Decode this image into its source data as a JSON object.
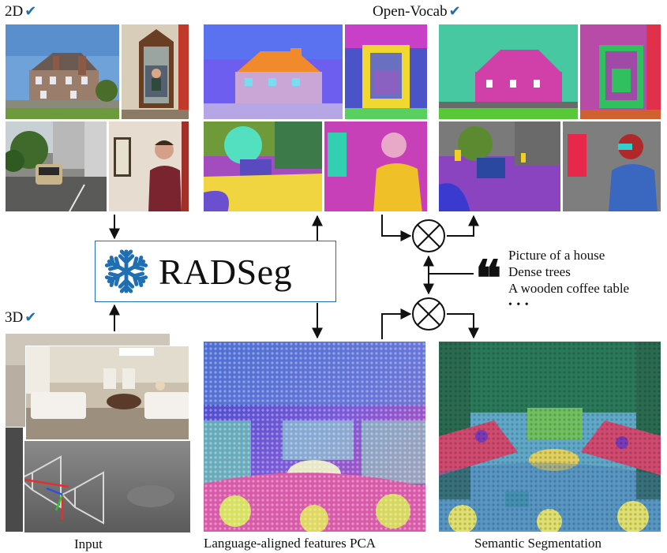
{
  "labels": {
    "two_d": "2D",
    "three_d": "3D",
    "open_vocab": "Open-Vocab",
    "check_glyph": "✔"
  },
  "model": {
    "name": "RADSeg",
    "icon": "snowflake-icon",
    "accent_color": "#1f6fb2"
  },
  "prompts": {
    "lines": [
      "Picture of a house",
      "Dense trees",
      "A wooden coffee table"
    ],
    "more": "• • •",
    "quote_glyph": "❝"
  },
  "captions": {
    "input": "Input",
    "pca": "Language-aligned features PCA",
    "semantic": "Semantic Segmentation"
  },
  "operators": {
    "multiply_symbol": "otimes"
  }
}
